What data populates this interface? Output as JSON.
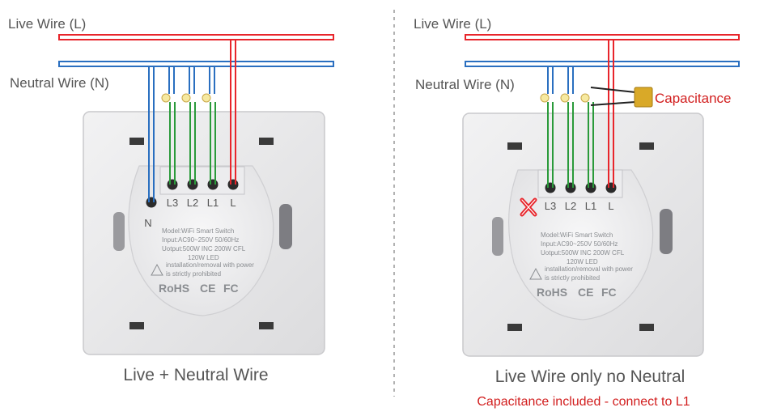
{
  "colors": {
    "live": "#e8252b",
    "neutral": "#2a6fc0",
    "load": "#2a9a3a",
    "capacitor": "#d9a928",
    "red_text": "#d21e1e",
    "gray_text": "#555555"
  },
  "left": {
    "live_label": "Live Wire (L)",
    "neutral_label": "Neutral Wire (N)",
    "terminals": [
      "L3",
      "L2",
      "L1",
      "L"
    ],
    "n_terminal": "N",
    "caption": "Live + Neutral Wire"
  },
  "right": {
    "live_label": "Live Wire (L)",
    "neutral_label": "Neutral Wire (N)",
    "capacitance_label": "Capacitance",
    "terminals": [
      "L3",
      "L2",
      "L1",
      "L"
    ],
    "caption": "Live Wire only no Neutral",
    "subcaption": "Capacitance included - connect to L1"
  },
  "device_label": {
    "model": "Model:WiFi Smart Switch",
    "input": "Input:AC90~250V 50/60Hz",
    "output": "Uotput:500W INC 200W CFL",
    "led": "120W LED",
    "warning1": "installation/removal with power",
    "warning2": "is strictly prohibited",
    "rohs": "RoHS",
    "ce": "CE",
    "fc": "FC"
  }
}
